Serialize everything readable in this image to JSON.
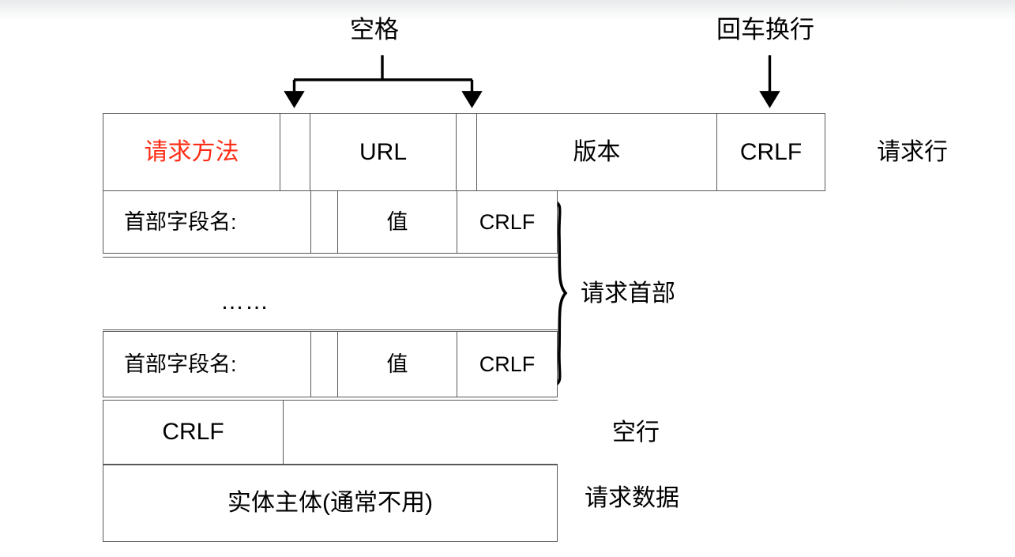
{
  "diagram": {
    "title_labels": {
      "space": "空格",
      "crlf_annotation": "回车换行"
    },
    "rows": [
      {
        "name": "request-line",
        "side_label": "请求行",
        "cells": [
          {
            "text": "请求方法",
            "style": "method"
          },
          {
            "text": "",
            "style": "space"
          },
          {
            "text": "URL",
            "style": "normal"
          },
          {
            "text": "",
            "style": "space"
          },
          {
            "text": "版本",
            "style": "normal"
          },
          {
            "text": "CRLF",
            "style": "normal"
          }
        ]
      },
      {
        "name": "header-field-first",
        "cells": [
          {
            "text": "首部字段名:",
            "style": "left"
          },
          {
            "text": "",
            "style": "space"
          },
          {
            "text": "值",
            "style": "normal"
          },
          {
            "text": "CRLF",
            "style": "normal"
          }
        ]
      },
      {
        "name": "ellipsis-row",
        "cells": [
          {
            "text": "……",
            "style": "dots"
          }
        ]
      },
      {
        "name": "header-field-last",
        "cells": [
          {
            "text": "首部字段名:",
            "style": "left"
          },
          {
            "text": "",
            "style": "space"
          },
          {
            "text": "值",
            "style": "normal"
          },
          {
            "text": "CRLF",
            "style": "normal"
          }
        ]
      },
      {
        "name": "blank-line",
        "side_label": "空行",
        "cells": [
          {
            "text": "CRLF",
            "style": "normal"
          },
          {
            "text": "",
            "style": "empty"
          }
        ]
      },
      {
        "name": "entity-body",
        "side_label": "请求数据",
        "cells": [
          {
            "text": "实体主体(通常不用)",
            "style": "normal"
          }
        ]
      }
    ],
    "brace_label": "请求首部",
    "side_labels": {
      "request_line": "请求行",
      "request_headers": "请求首部",
      "blank_line": "空行",
      "request_data": "请求数据"
    },
    "colors": {
      "method_text": "#ff2d16",
      "border": "#595959",
      "text": "#000000",
      "background": "#ffffff"
    }
  }
}
